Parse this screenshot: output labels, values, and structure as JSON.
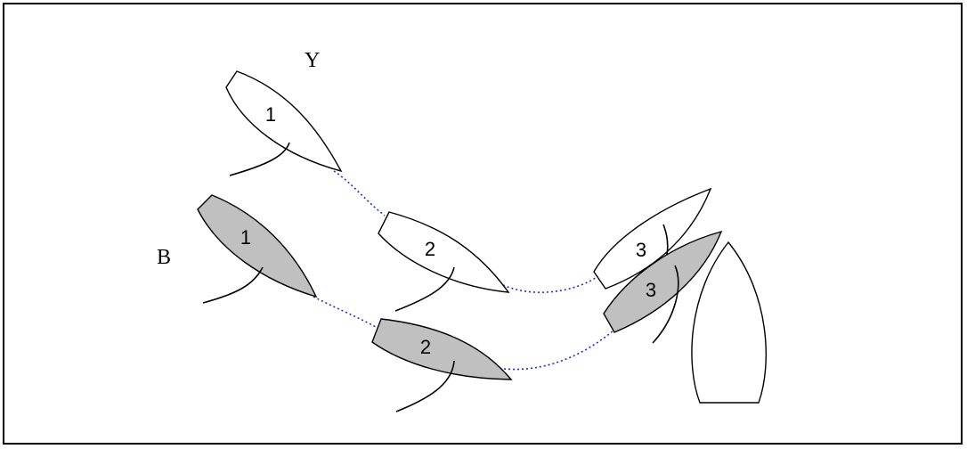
{
  "labels": {
    "yellow_boat": "Y",
    "blue_boat": "B"
  },
  "positions": {
    "y1": "1",
    "y2": "2",
    "y3": "3",
    "b1": "1",
    "b2": "2",
    "b3": "3"
  },
  "colors": {
    "yellow_fill": "#ffffff",
    "blue_fill": "#c0c0c0",
    "track": "#1f2fd6",
    "outline": "#000000"
  }
}
